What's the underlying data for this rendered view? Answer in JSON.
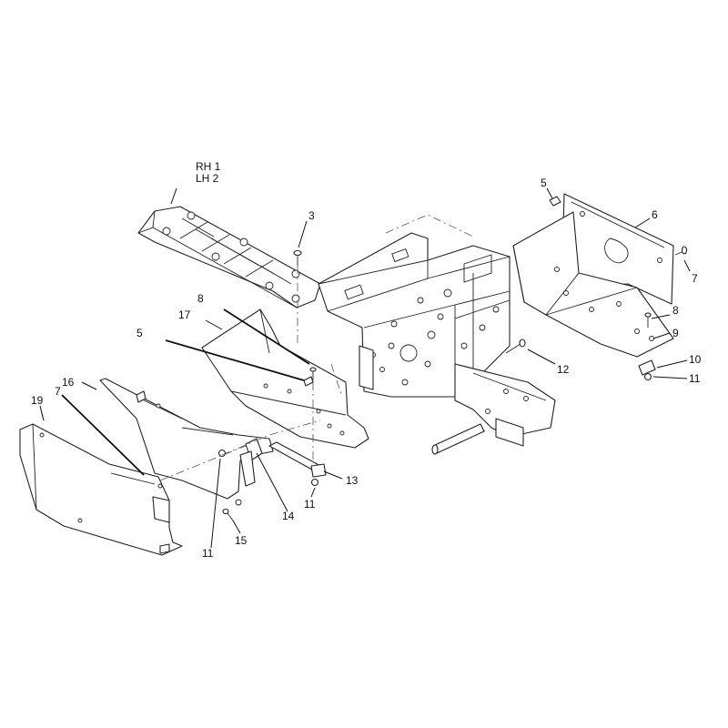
{
  "diagram": {
    "side_labels": {
      "rh": "RH 1",
      "lh": "LH 2"
    },
    "callouts": {
      "c3": "3",
      "c5_top": "5",
      "c6": "6",
      "c7_right": "7",
      "c8_right": "8",
      "c9": "9",
      "c10": "10",
      "c11_right": "11",
      "c12": "12",
      "c8_left": "8",
      "c17": "17",
      "c5_left": "5",
      "c16": "16",
      "c7_left": "7",
      "c19": "19",
      "c13": "13",
      "c11_mid": "11",
      "c14": "14",
      "c15": "15",
      "c11_left": "11"
    }
  }
}
